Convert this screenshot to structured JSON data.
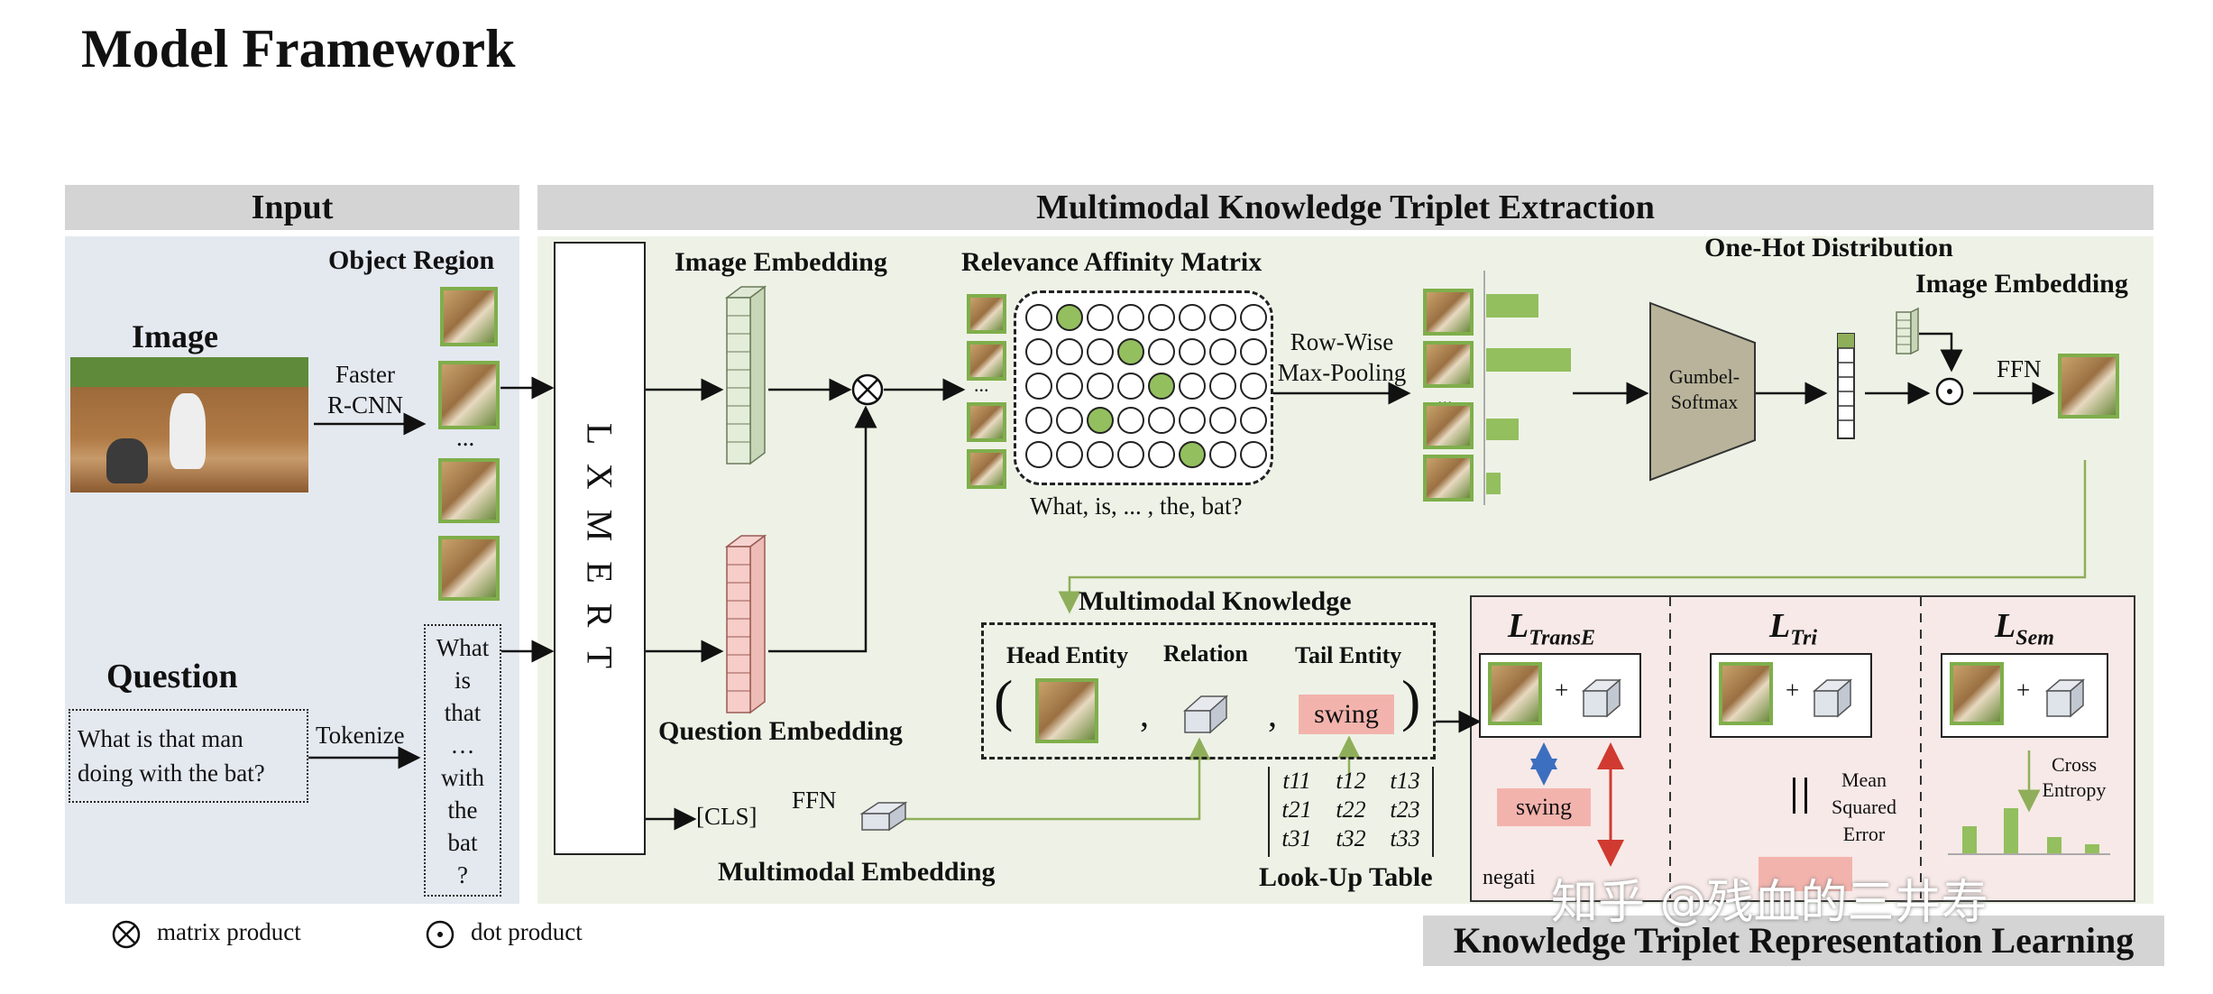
{
  "title": "Model Framework",
  "input_panel": {
    "header": "Input",
    "object_region": "Object Region",
    "image_label": "Image",
    "faster_rcnn": [
      "Faster",
      "R-CNN"
    ],
    "ellipsis": "...",
    "question_label": "Question",
    "question_text": [
      "What is that man",
      "doing with the bat?"
    ],
    "tokenize": "Tokenize",
    "tokens": [
      "What",
      "is",
      "that",
      "…",
      "with",
      "the",
      "bat",
      "?"
    ]
  },
  "extraction_panel": {
    "header": "Multimodal Knowledge Triplet Extraction",
    "lxmert": "L X M E R T",
    "image_embedding": "Image Embedding",
    "question_embedding": "Question Embedding",
    "relevance_matrix": "Relevance Affinity Matrix",
    "matrix_caption": "What, is, ... , the, bat?",
    "row_pooling": [
      "Row-Wise",
      "Max-Pooling"
    ],
    "one_hot": "One-Hot Distribution",
    "gumbel": [
      "Gumbel-",
      "Softmax"
    ],
    "image_embedding_2": "Image Embedding",
    "ffn": "FFN",
    "cls": "[CLS]",
    "ffn2": "FFN",
    "multimodal_embedding": "Multimodal Embedding",
    "multimodal_knowledge": "Multimodal Knowledge",
    "head_entity": "Head Entity",
    "relation": "Relation",
    "tail_entity": "Tail Entity",
    "swing": "swing",
    "lookup_table": "Look-Up Table",
    "lookup_cells": [
      [
        "t11",
        "t12",
        "t13"
      ],
      [
        "t21",
        "t22",
        "t23"
      ],
      [
        "t31",
        "t32",
        "t33"
      ]
    ]
  },
  "representation_panel": {
    "header": "Knowledge Triplet Representation Learning",
    "loss_transe": "L",
    "loss_transe_sub": "TransE",
    "loss_tri": "L",
    "loss_tri_sub": "Tri",
    "loss_sem": "L",
    "loss_sem_sub": "Sem",
    "swing": "swing",
    "negative": "negati",
    "mse": [
      "Mean",
      "Squared",
      "Error"
    ],
    "cross_entropy": [
      "Cross",
      "Entropy"
    ],
    "plus": "+"
  },
  "legend": {
    "matrix_product": "matrix product",
    "dot_product": "dot product"
  },
  "watermark": "知乎 @残血的三井寿",
  "colors": {
    "input_bg": "#e4e9f0",
    "extraction_bg": "#eef2e6",
    "representation_bg": "#f7e9e7",
    "accent_green": "#93bf5e",
    "accent_pink": "#f3b3ad",
    "header_gray": "#d4d4d4"
  },
  "matrix": {
    "rows": 5,
    "cols": 8,
    "highlighted": [
      [
        0,
        1
      ],
      [
        1,
        3
      ],
      [
        2,
        4
      ],
      [
        3,
        2
      ],
      [
        4,
        5
      ]
    ]
  }
}
